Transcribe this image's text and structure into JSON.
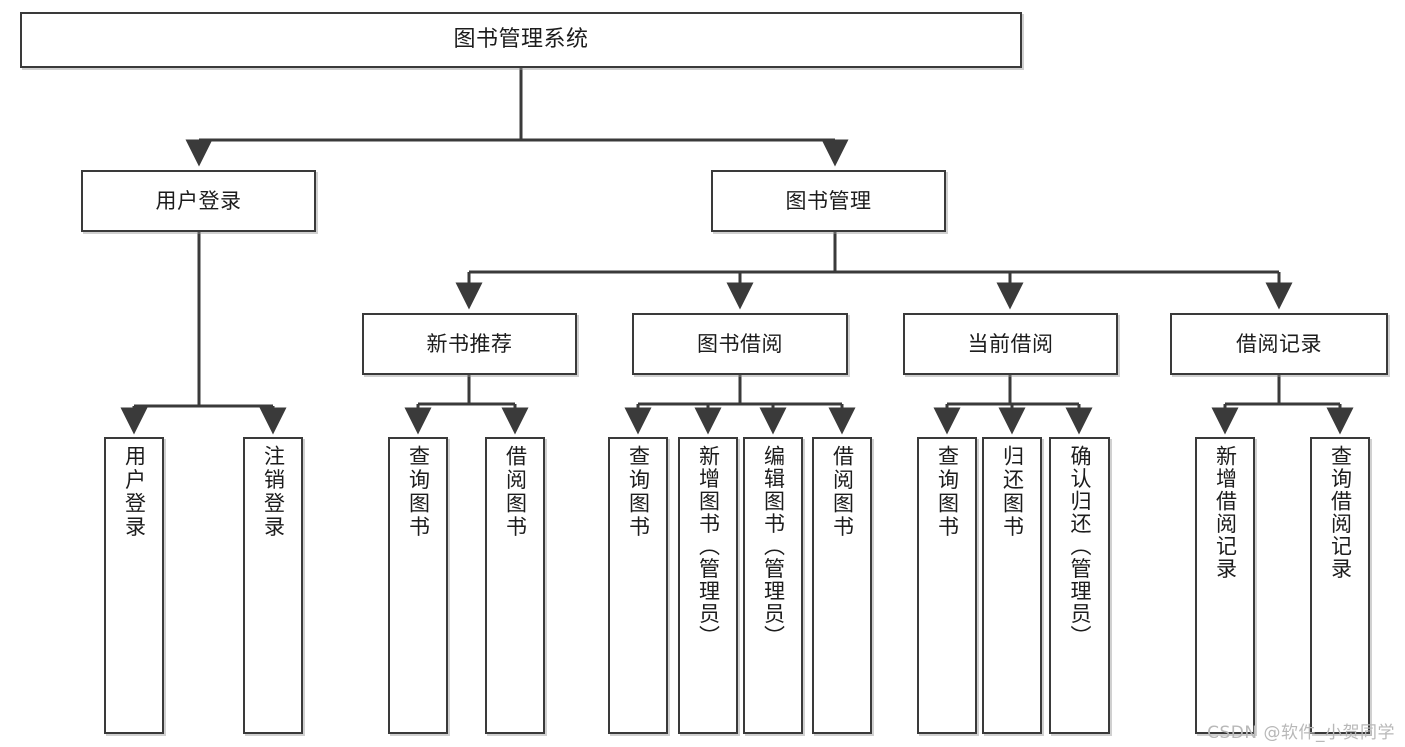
{
  "diagram": {
    "title": "图书管理系统",
    "type": "hierarchy-tree",
    "colors": {
      "box_border": "#3a3a3a",
      "box_fill": "#ffffff",
      "connector": "#3a3a3a",
      "watermark": "#b8b8b8",
      "background": "#ffffff"
    },
    "nodes": {
      "root": {
        "label": "图书管理系统"
      },
      "level1": [
        {
          "id": "user-login",
          "label": "用户登录"
        },
        {
          "id": "book-management",
          "label": "图书管理"
        }
      ],
      "level2": [
        {
          "id": "new-book-recommend",
          "label": "新书推荐"
        },
        {
          "id": "book-borrow",
          "label": "图书借阅"
        },
        {
          "id": "current-borrow",
          "label": "当前借阅"
        },
        {
          "id": "borrow-record",
          "label": "借阅记录"
        }
      ],
      "leaves": {
        "user-login": [
          {
            "id": "leaf-user-login",
            "label": "用户登录"
          },
          {
            "id": "leaf-logout-login",
            "label": "注销登录"
          }
        ],
        "new-book-recommend": [
          {
            "id": "leaf-query-book-1",
            "label": "查询图书"
          },
          {
            "id": "leaf-borrow-book-1",
            "label": "借阅图书"
          }
        ],
        "book-borrow": [
          {
            "id": "leaf-query-book-2",
            "label": "查询图书"
          },
          {
            "id": "leaf-add-book",
            "label": "新增图书（管理员）"
          },
          {
            "id": "leaf-edit-book",
            "label": "编辑图书（管理员）"
          },
          {
            "id": "leaf-borrow-book-2",
            "label": "借阅图书"
          }
        ],
        "current-borrow": [
          {
            "id": "leaf-query-book-3",
            "label": "查询图书"
          },
          {
            "id": "leaf-return-book",
            "label": "归还图书"
          },
          {
            "id": "leaf-confirm-return",
            "label": "确认归还（管理员）"
          }
        ],
        "borrow-record": [
          {
            "id": "leaf-add-record",
            "label": "新增借阅记录"
          },
          {
            "id": "leaf-query-record",
            "label": "查询借阅记录"
          }
        ]
      }
    },
    "watermark": "CSDN @软件_小贺同学"
  }
}
